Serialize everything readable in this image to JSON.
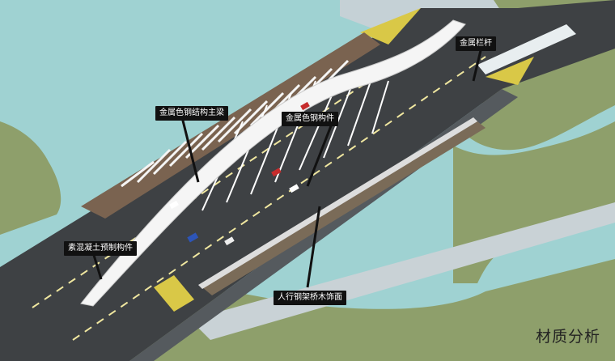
{
  "labels": {
    "main_arch": "金属色钢结构主梁",
    "steel_members": "金属色钢构件",
    "railing": "金属栏杆",
    "precast": "素混凝土预制构件",
    "walkway": "人行钢架桥木饰面"
  },
  "caption": "材质分析",
  "colors": {
    "water": "#9fd2d2",
    "grass": "#8e9f6b",
    "road": "#3e4144",
    "steel": "#f3f3f3",
    "label_bg": "#111111"
  }
}
